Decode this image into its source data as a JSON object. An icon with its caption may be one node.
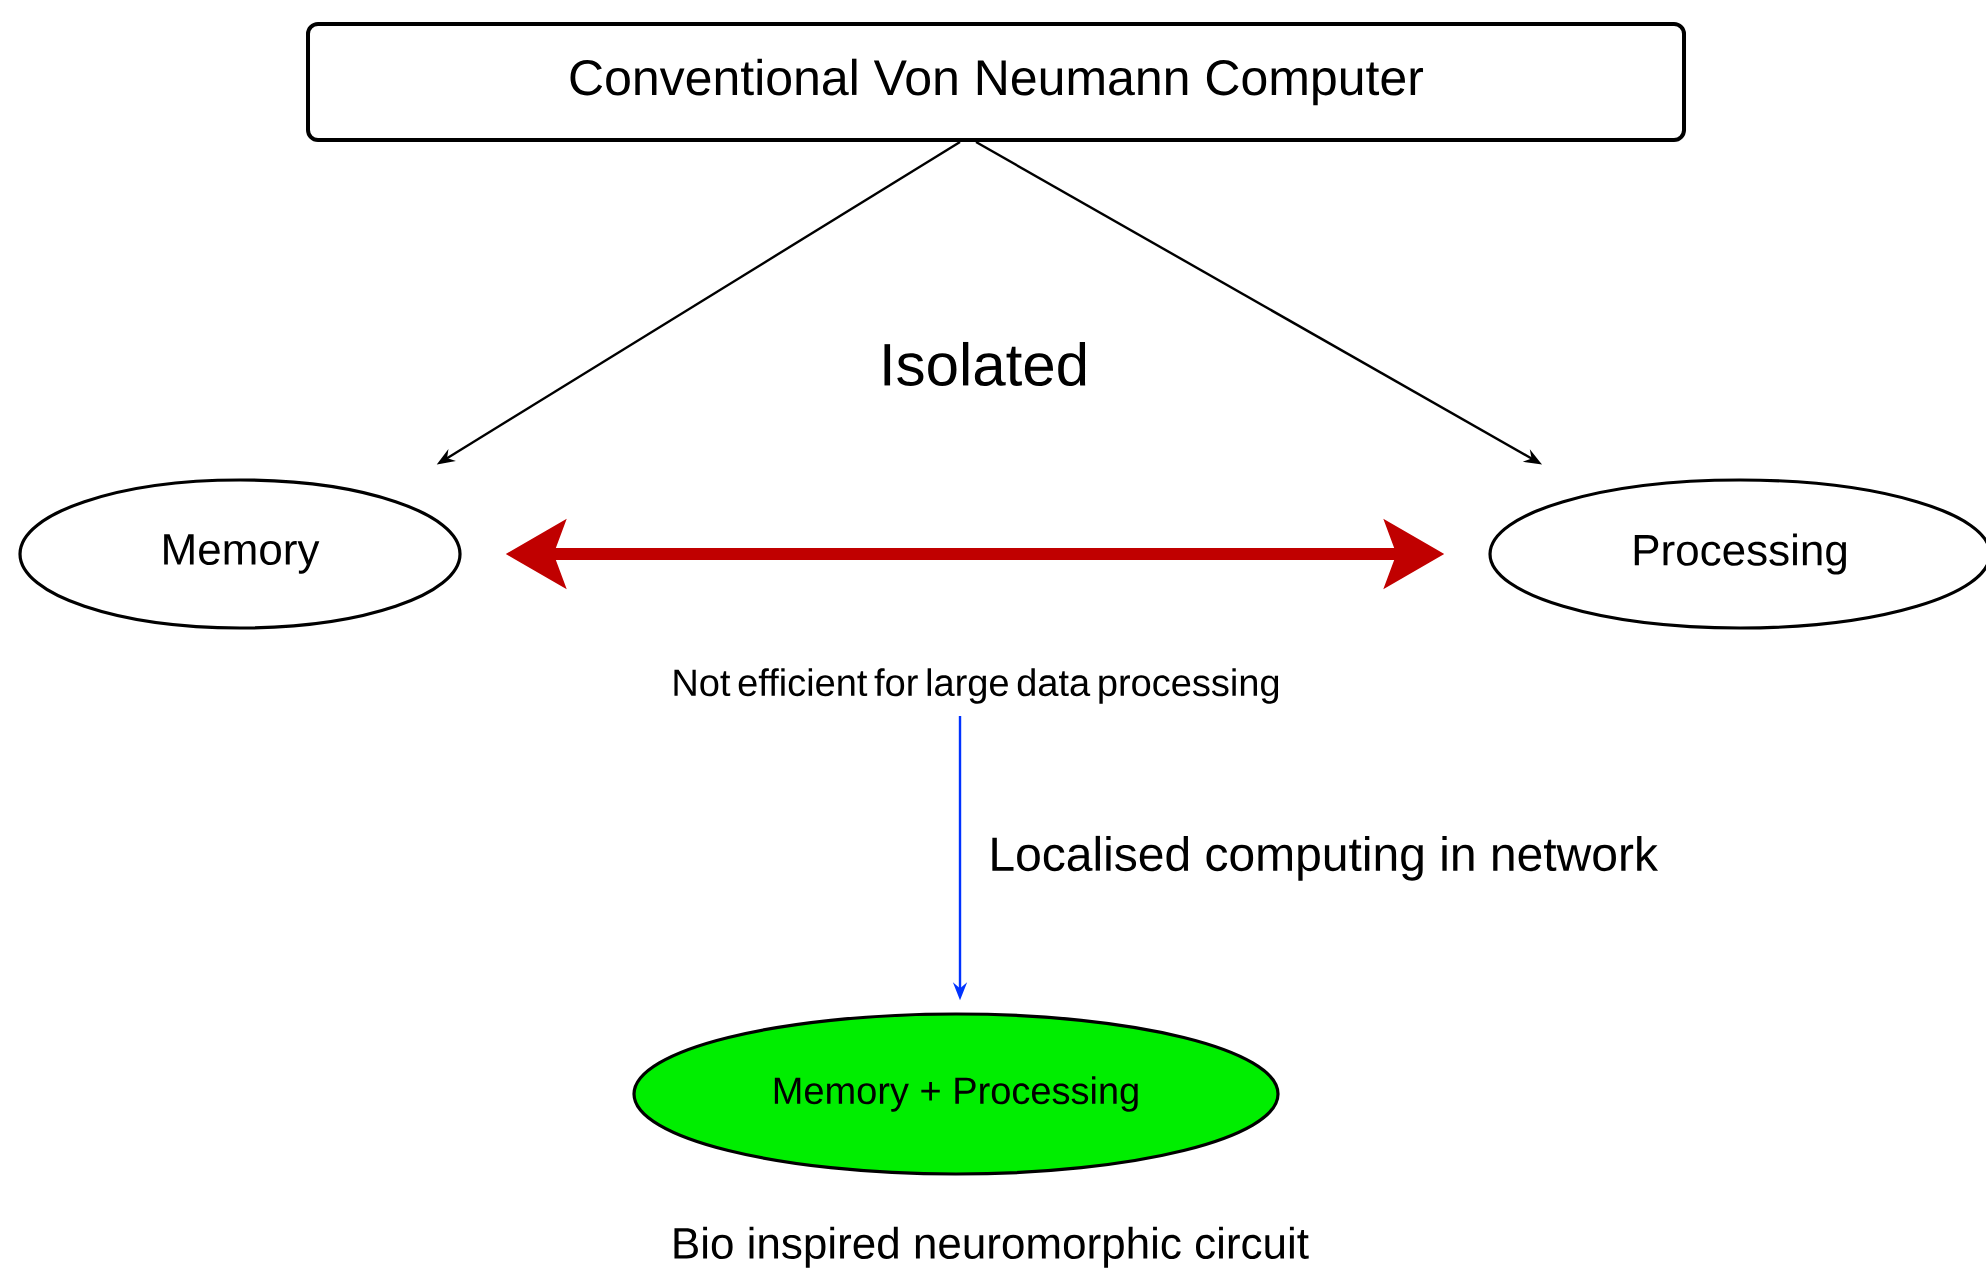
{
  "diagram": {
    "nodes": [
      {
        "text": [
          "Conventional Von Neumann Computer"
        ]
      },
      {
        "text": [
          "Memory"
        ]
      },
      {
        "text": [
          "Processing"
        ]
      },
      {
        "text": [
          "Not efficient for large data processing"
        ]
      },
      {
        "text": [
          "Memory + Processing"
        ],
        "beside": [
          "Bio inspired neuromorphic circuit"
        ]
      }
    ],
    "edges": [
      {
        "from": 0,
        "to": 1,
        "arrow": "to"
      },
      {
        "from": 0,
        "to": 2,
        "arrow": "to"
      },
      {
        "from": 1,
        "to": 2,
        "arrow": "both",
        "style": "thick",
        "color": "#c00000"
      },
      {
        "from": 3,
        "to": 4,
        "arrow": "to",
        "color": "#0033ff",
        "label": "Localised computing in network"
      }
    ],
    "labels": [
      "Isolated"
    ]
  }
}
